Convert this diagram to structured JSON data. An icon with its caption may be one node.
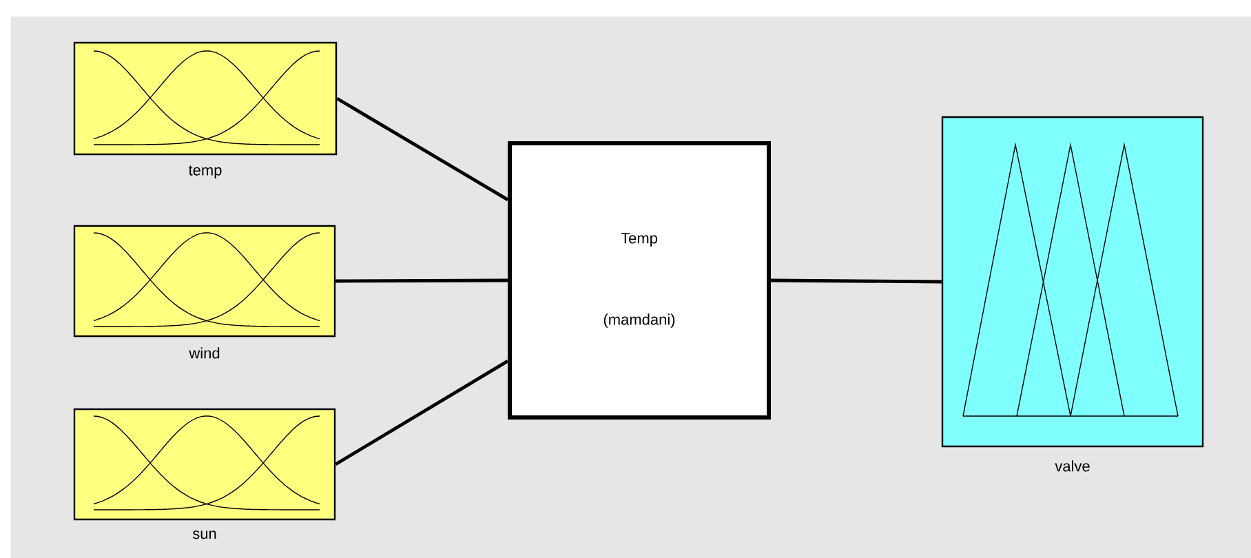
{
  "diagram": {
    "nodes": [
      {
        "text": [
          "temp"
        ]
      },
      {
        "text": [
          "wind"
        ]
      },
      {
        "text": [
          "sun"
        ]
      },
      {
        "text": [
          "Temp",
          "(mamdani)"
        ]
      },
      {
        "text": [
          "valve"
        ]
      }
    ],
    "edges": [
      {
        "from": 0,
        "to": 3,
        "arrow": "none"
      },
      {
        "from": 1,
        "to": 3,
        "arrow": "none"
      },
      {
        "from": 2,
        "to": 3,
        "arrow": "none"
      },
      {
        "from": 3,
        "to": 4,
        "arrow": "none"
      }
    ]
  }
}
